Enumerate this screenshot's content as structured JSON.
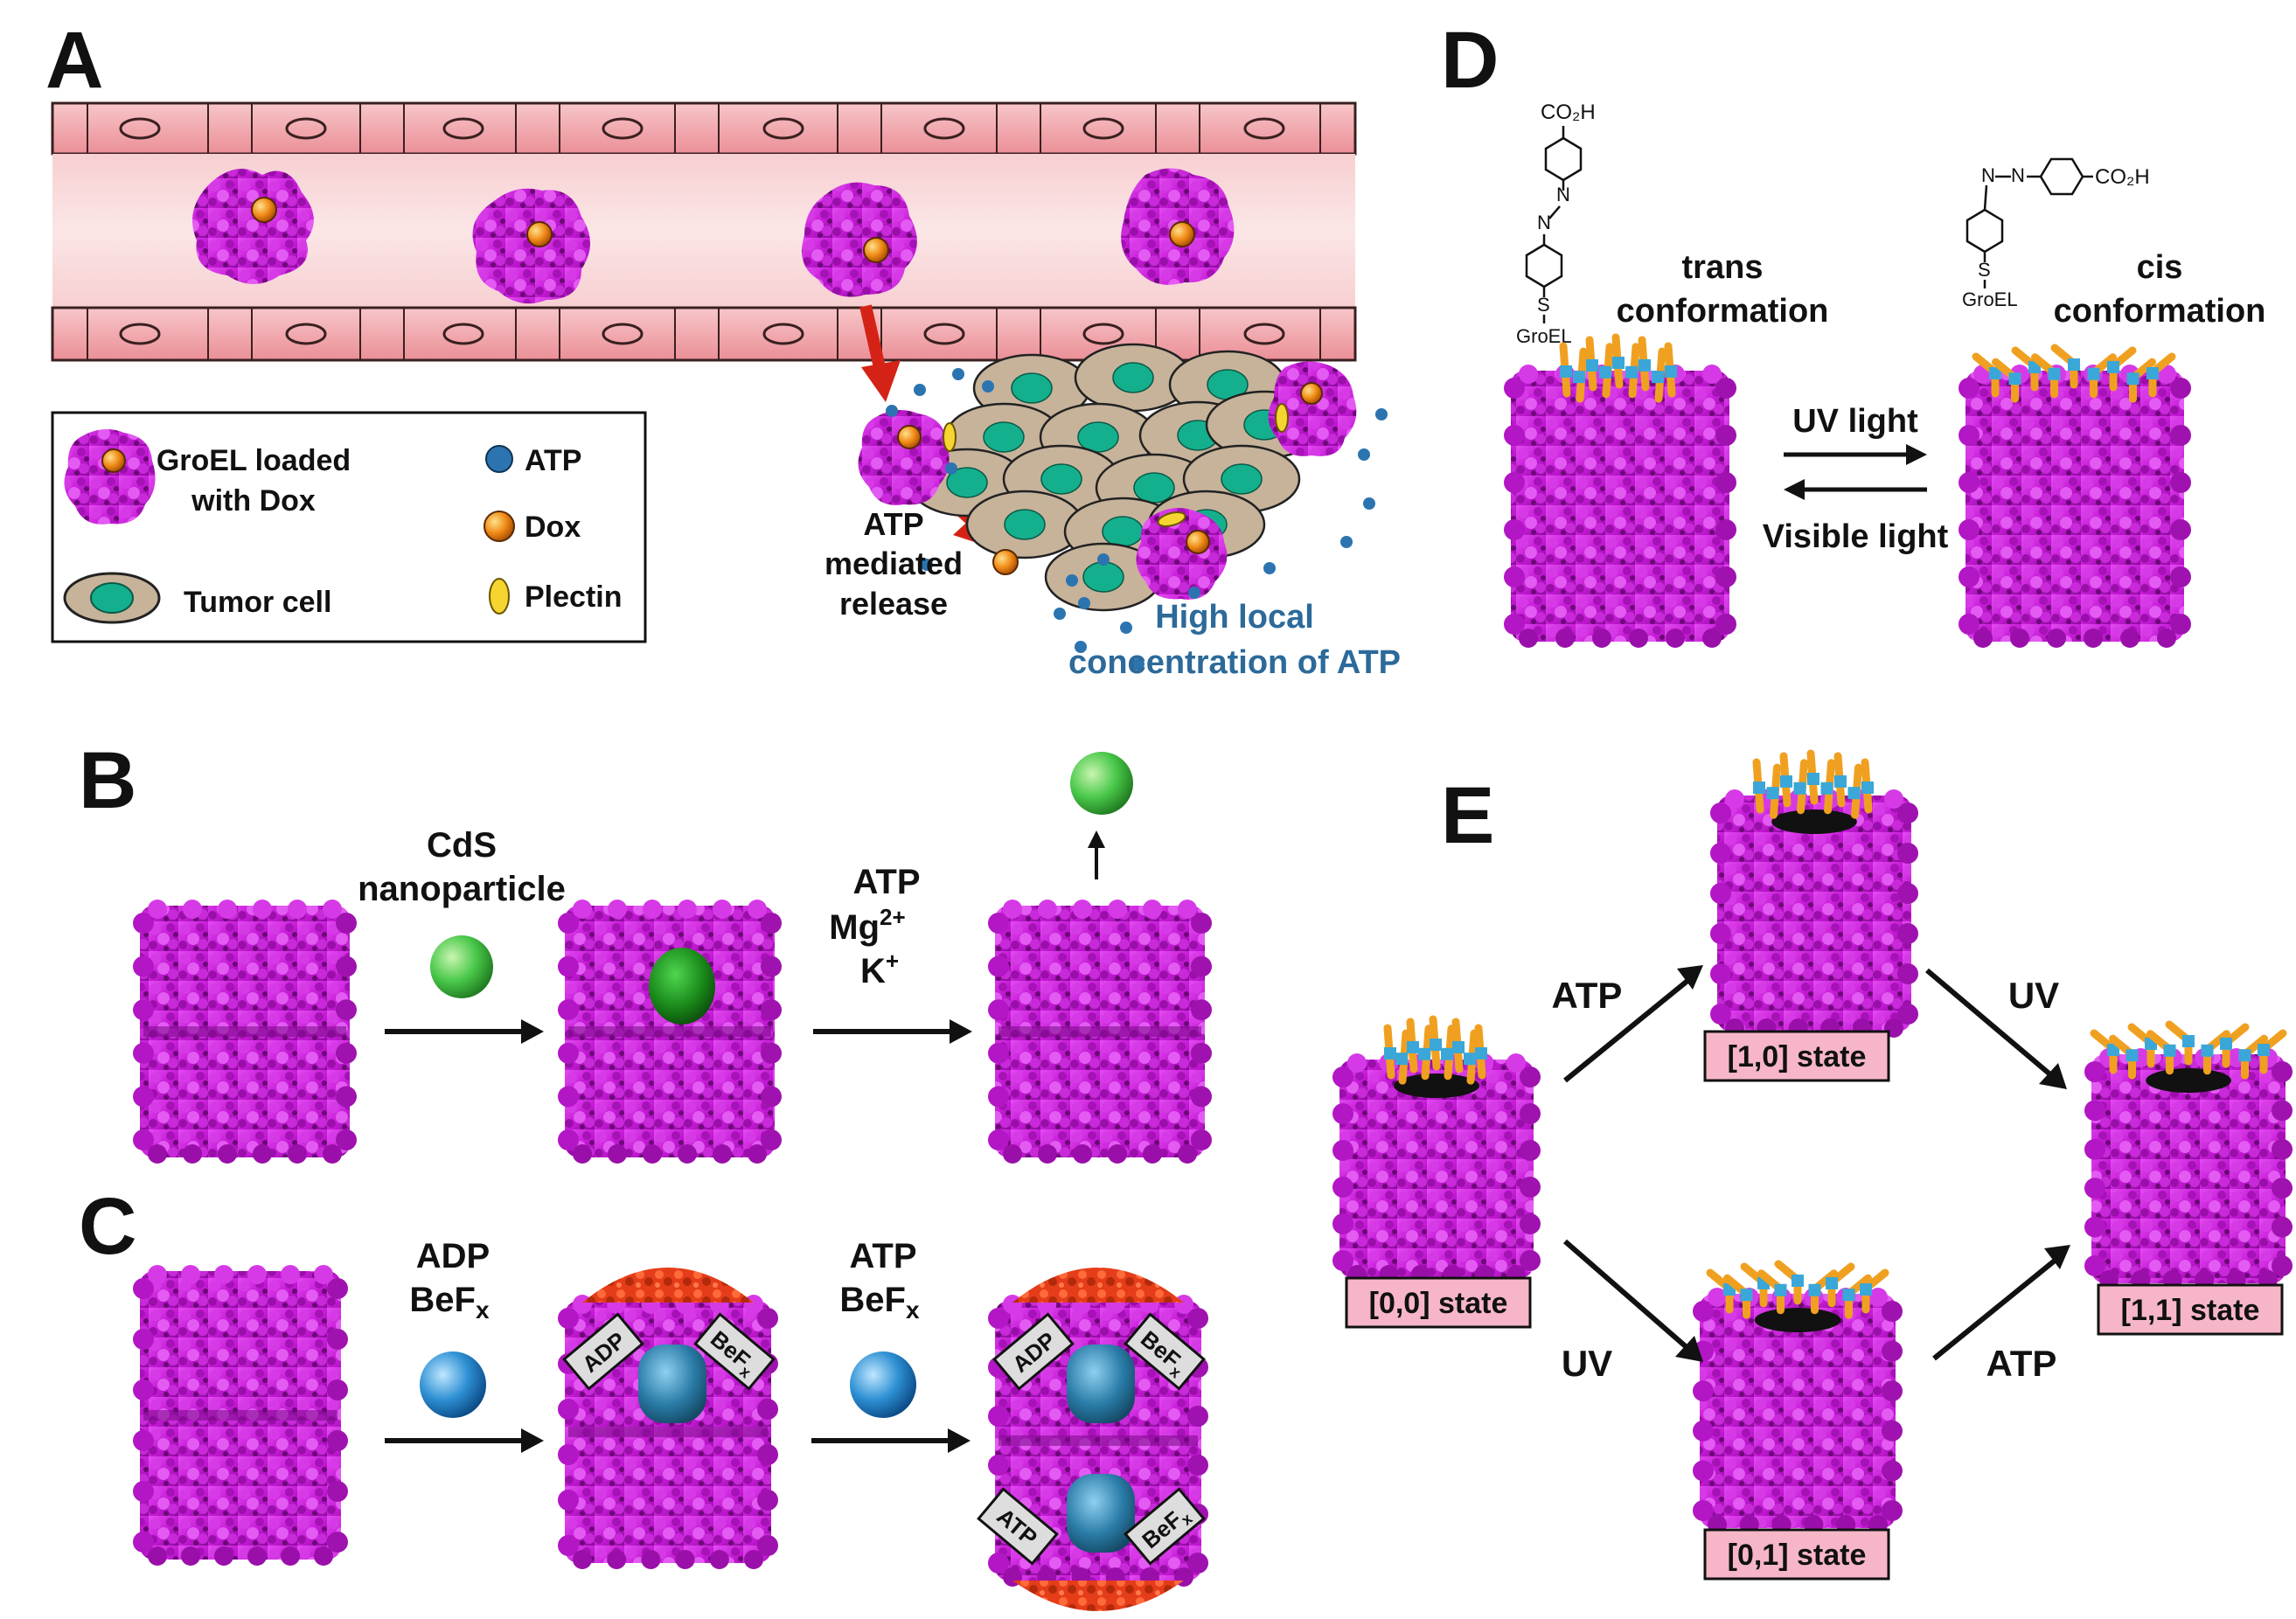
{
  "panels": {
    "A": {
      "letter": "A",
      "legend": {
        "groel_label_line1": "GroEL loaded",
        "groel_label_line2": "with Dox",
        "atp": "ATP",
        "dox": "Dox",
        "tumor_cell": "Tumor cell",
        "plectin": "Plectin"
      },
      "release_line1": "ATP",
      "release_line2": "mediated",
      "release_line3": "release",
      "high_local_line1": "High local",
      "high_local_line2": "concentration of ATP"
    },
    "B": {
      "letter": "B",
      "step1_line1": "CdS",
      "step1_line2": "nanoparticle",
      "step2_line1": "ATP",
      "step2_line2": "Mg",
      "step2_line2_sup": "2+",
      "step2_line3": "K",
      "step2_line3_sup": "+"
    },
    "C": {
      "letter": "C",
      "step1_line1": "ADP",
      "step1_line2": "BeF",
      "step1_line2_sub": "x",
      "step2_line1": "ATP",
      "step2_line2": "BeF",
      "step2_line2_sub": "x",
      "tag_adp": "ADP",
      "tag_befx": "BeF",
      "tag_befx_sub": "x",
      "tag_atp": "ATP"
    },
    "D": {
      "letter": "D",
      "trans_line1": "trans",
      "trans_line2": "conformation",
      "cis_line1": "cis",
      "cis_line2": "conformation",
      "forward": "UV light",
      "reverse": "Visible light",
      "co2h": "CO₂H",
      "n_atom": "N",
      "s_atom": "S",
      "groel": "GroEL"
    },
    "E": {
      "letter": "E",
      "state_00": "[0,0] state",
      "state_10": "[1,0] state",
      "state_01": "[0,1] state",
      "state_11": "[1,1] state",
      "arrow_00_10": "ATP",
      "arrow_00_01": "UV",
      "arrow_10_11": "UV",
      "arrow_01_11": "ATP"
    }
  },
  "colors": {
    "groel": "#c51ad6",
    "groel_dark": "#7a0a86",
    "groel_light": "#e24cf0",
    "vessel": "#f1a6ac",
    "vessel_line": "#4a2a2a",
    "vessel_lumen": "#f9dada",
    "tumor_cell": "#c7b39a",
    "nucleus": "#14b08d",
    "atp_dot": "#2b74b0",
    "dox": "#f08a16",
    "plectin": "#f6d530",
    "red_arrow": "#d42316",
    "green_np": "#49c84a",
    "blue_sphere": "#2d8fd3",
    "cap": "#e53d1a",
    "switch_orange": "#f0a020",
    "switch_blue": "#3aa7d8",
    "state_box": "#f6b6c8",
    "text_blue": "#2c6a9a"
  },
  "icons": [
    "groel-chaperonin-icon",
    "dox-molecule-icon",
    "atp-molecule-icon",
    "plectin-icon",
    "tumor-cell-icon",
    "cds-nanoparticle-icon",
    "blue-sphere-icon",
    "azobenzene-switch-icon",
    "gro-es-cap-icon"
  ]
}
